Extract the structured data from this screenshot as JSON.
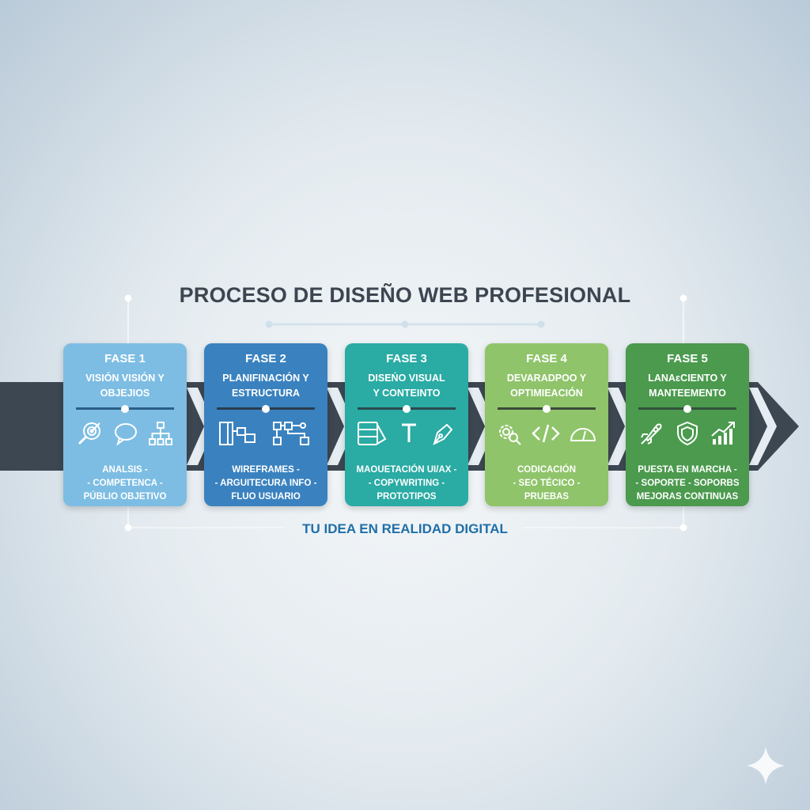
{
  "title": "PROCESO DE DISEÑO WEB PROFESIONAL",
  "subtitle": "TU IDEA EN REALIDAD DIGITAL",
  "colors": {
    "band": "#3d4752",
    "phase1": "#7dbde3",
    "phase2": "#3a82bf",
    "phase3": "#2aaba4",
    "phase4": "#8fc46a",
    "phase5": "#4b9a4e"
  },
  "phases": [
    {
      "label": "FASE 1",
      "name_line1": "VISIÓN VISIÓN Y",
      "name_line2": "OBJEJIOS",
      "icons": [
        "target-search-icon",
        "speech-bubble-icon",
        "org-chart-icon"
      ],
      "items": [
        "ANALSIS -",
        "- COMPETENCA -",
        "PÚBLIO OBJETIVO"
      ]
    },
    {
      "label": "FASE 2",
      "name_line1": "PLANIFINACIÓN Y",
      "name_line2": "ESTRUCTURA",
      "icons": [
        "wireframe-icon",
        "flowchart-icon"
      ],
      "items": [
        "WIREFRAMES -",
        "- ARGUITECURA INFO -",
        "FLUO USUARIO"
      ]
    },
    {
      "label": "FASE 3",
      "name_line1": "DISEŃO VISUAL",
      "name_line2": "Y CONTEINTO",
      "icons": [
        "layout-icon",
        "typography-icon",
        "pen-icon"
      ],
      "items": [
        "MAOUETACIÓN UI/AX -",
        "- COPYWRITING -",
        "PROTOTIPOS"
      ]
    },
    {
      "label": "FASE 4",
      "name_line1": "DEVARADPOO Y",
      "name_line2": "OPTIMIEACIÓN",
      "icons": [
        "gear-search-icon",
        "code-icon",
        "speedometer-icon"
      ],
      "items": [
        "CODICACIÓN",
        "- SEO TÉCICO -",
        "PRUEBAS"
      ]
    },
    {
      "label": "FASE 5",
      "name_line1": "LANAɛCIENTO Y",
      "name_line2": "MANTEEMENTO",
      "icons": [
        "rocket-icon",
        "shield-icon",
        "growth-chart-icon"
      ],
      "items": [
        "PUESTA EN MARCHA -",
        "- SOPORTE - SOPORBS",
        "MEJORAS CONTINUAS"
      ]
    }
  ]
}
